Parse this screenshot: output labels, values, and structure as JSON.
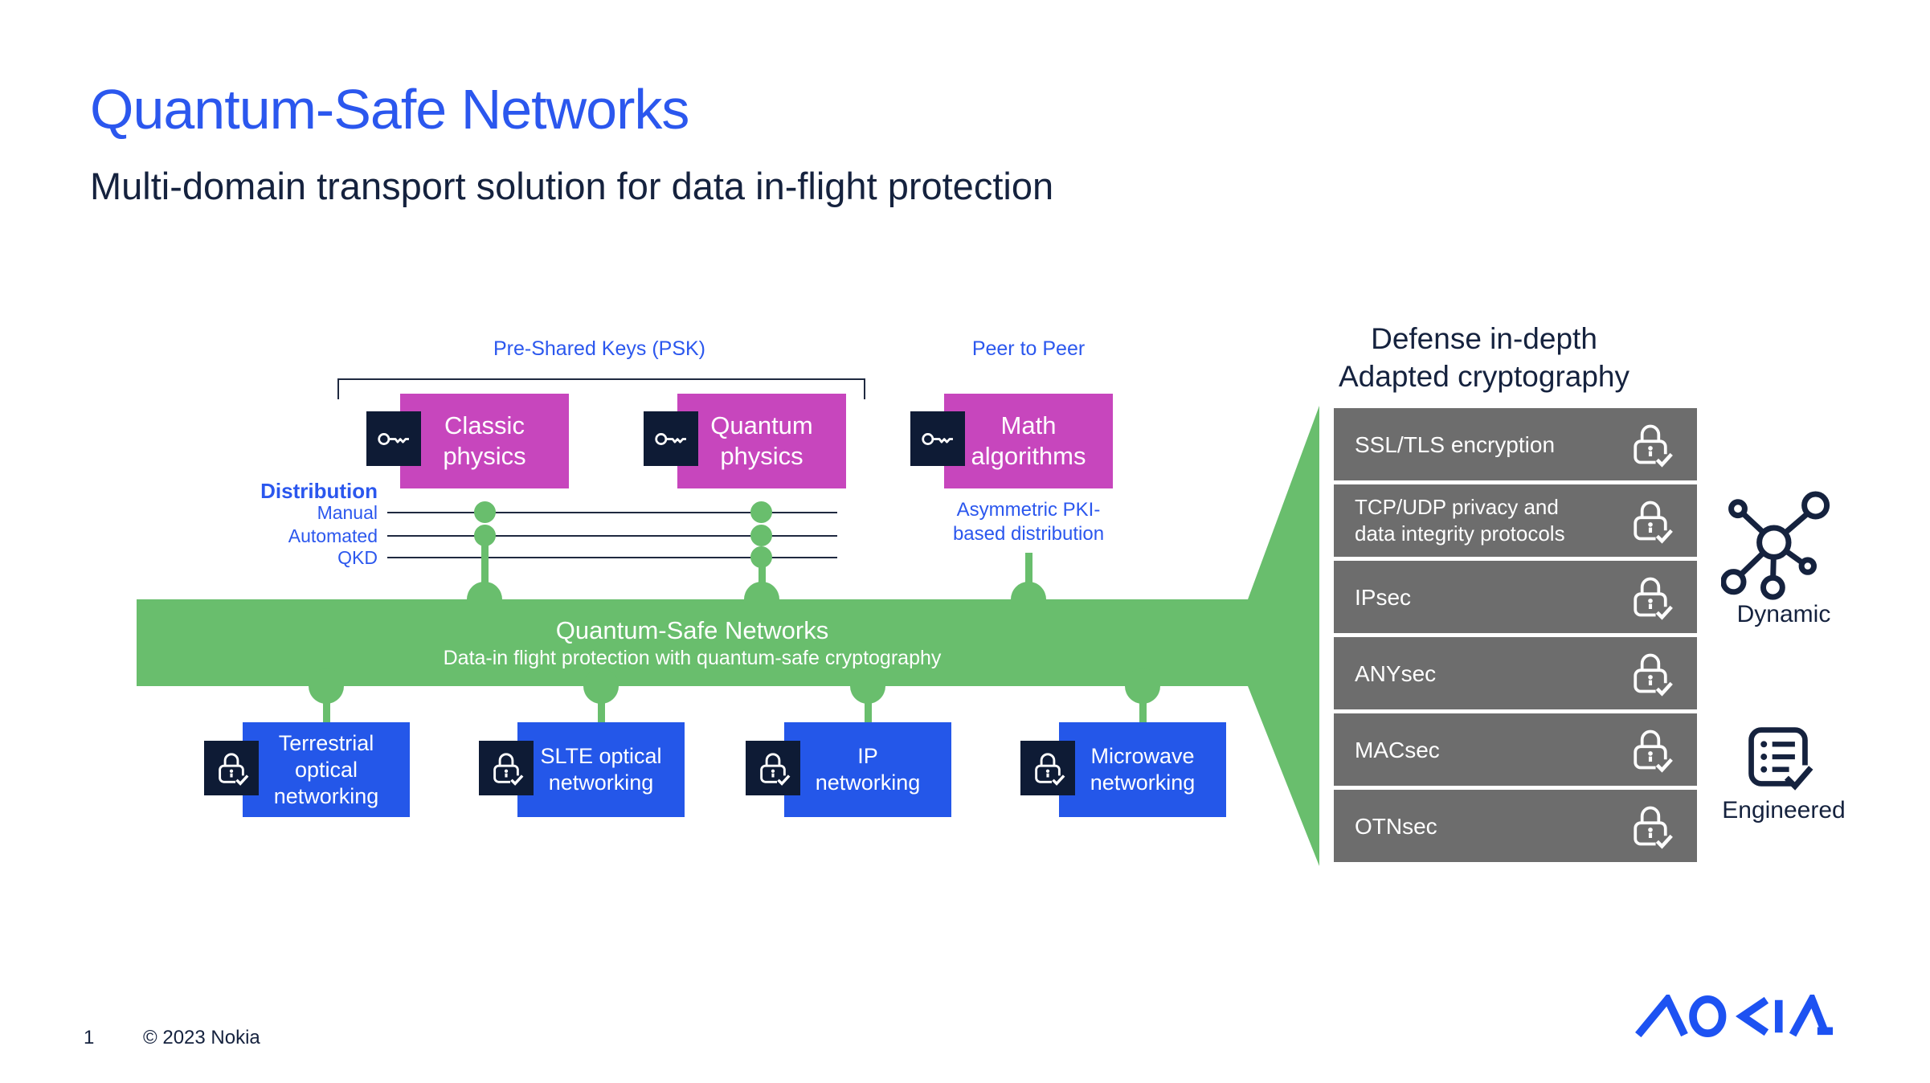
{
  "slide": {
    "title": "Quantum-Safe Networks",
    "subtitle": "Multi-domain transport solution for data in-flight protection",
    "page_number": "1",
    "copyright": "© 2023 Nokia",
    "brand": "NOKIA"
  },
  "labels": {
    "psk": "Pre-Shared Keys (PSK)",
    "peer": "Peer to Peer",
    "distribution": "Distribution",
    "dist_rows": [
      "Manual",
      "Automated",
      "QKD"
    ],
    "asym": [
      "Asymmetric PKI-",
      "based distribution"
    ]
  },
  "key_boxes": [
    {
      "lines": [
        "Classic",
        "physics"
      ]
    },
    {
      "lines": [
        "Quantum",
        "physics"
      ]
    },
    {
      "lines": [
        "Math",
        "algorithms"
      ]
    }
  ],
  "band": {
    "title": "Quantum-Safe Networks",
    "subtitle": "Data-in flight protection with quantum-safe cryptography"
  },
  "network_boxes": [
    {
      "lines": [
        "Terrestrial",
        "optical",
        "networking"
      ]
    },
    {
      "lines": [
        "SLTE optical",
        "networking"
      ]
    },
    {
      "lines": [
        "IP",
        "networking"
      ]
    },
    {
      "lines": [
        "Microwave",
        "networking"
      ]
    }
  ],
  "defense": {
    "heading": [
      "Defense in-depth",
      "Adapted cryptography"
    ],
    "rows": [
      {
        "lines": [
          "SSL/TLS encryption"
        ]
      },
      {
        "lines": [
          "TCP/UDP privacy and",
          "data integrity protocols"
        ]
      },
      {
        "lines": [
          "IPsec"
        ]
      },
      {
        "lines": [
          "ANYsec"
        ]
      },
      {
        "lines": [
          "MACsec"
        ]
      },
      {
        "lines": [
          "OTNsec"
        ]
      }
    ],
    "badges": [
      {
        "label": "Dynamic",
        "icon": "network-molecule-icon"
      },
      {
        "label": "Engineered",
        "icon": "checklist-check-icon"
      }
    ]
  },
  "icons": {
    "key": "key-icon",
    "lock": "lock-check-icon"
  },
  "colors": {
    "accent_blue": "#2B57EE",
    "heading_navy": "#15223E",
    "magenta": "#C746BD",
    "navy_square": "#0E1B35",
    "green": "#69BE6D",
    "box_blue": "#2457E9",
    "row_gray": "#6D6D6D",
    "line_dark": "#1F2940",
    "logo_blue": "#1D52F2",
    "text_white": "#FFFFFF"
  }
}
